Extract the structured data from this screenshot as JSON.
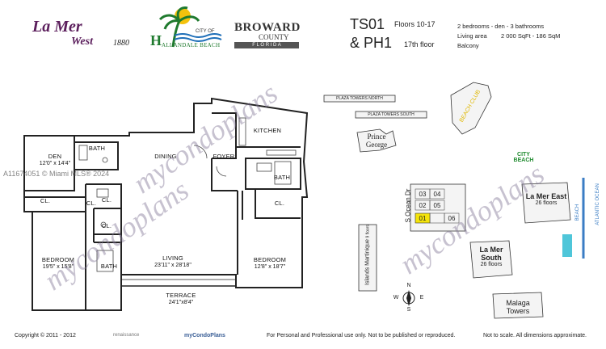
{
  "header": {
    "lamer_line1": "La Mer",
    "lamer_line2": "West",
    "lamer_number": "1880",
    "hallandale_city_of": "CITY OF",
    "hallandale_initial": "H",
    "hallandale_name": "ALLANDALE BEACH",
    "broward_title": "BROWARD",
    "broward_county": "COUNTY",
    "broward_florida": "F L O R I D A",
    "unit_code_1": "TS01",
    "unit_floors_1": "Floors 10-17",
    "unit_code_2": "& PH1",
    "unit_floors_2": "17th floor",
    "spec_rooms": "2 bedrooms - den - 3 bathrooms",
    "spec_area_label": "Living area",
    "spec_area_value": "2 000 SqFt - 186 SqM",
    "spec_balcony": "Balcony"
  },
  "floorplan": {
    "den_name": "DEN",
    "den_dim": "12'0\" x 14'4\"",
    "bath": "BATH",
    "dining": "DINING",
    "foyer": "FOYER",
    "kitchen": "KITCHEN",
    "closet": "CL.",
    "bedroom1_name": "BEDROOM",
    "bedroom1_dim": "19'5\" x 15'8\"",
    "living_name": "LIVING",
    "living_dim": "23'11\" x 28'18\"",
    "bedroom2_name": "BEDROOM",
    "bedroom2_dim": "12'8\" x 18'7\"",
    "terrace_name": "TERRACE",
    "terrace_dim": "24'1\"x8'4\""
  },
  "siteplan": {
    "plaza_north": "PLAZA TOWERS NORTH",
    "plaza_south": "PLAZA TOWERS SOUTH",
    "beach_club": "BEACH CLUB",
    "prince_george": "Prince George",
    "city_beach": "CITY BEACH",
    "lamer_east": "La Mer East",
    "lamer_east_floors": "26 floors",
    "beach": "BEACH",
    "atlantic": "ATLANTIC OCEAN",
    "ocean_dr": "S Ocean Dr",
    "islands": "Islands Martinique",
    "islands_floors": "9 floors",
    "lamer_south": "La Mer South",
    "lamer_south_floors": "26 floors",
    "malaga": "Malaga Towers",
    "unit_01": "01",
    "unit_02": "02",
    "unit_03": "03",
    "unit_04": "04",
    "unit_05": "05",
    "unit_06": "06",
    "compass_n": "N",
    "compass_s": "S",
    "compass_e": "E",
    "compass_w": "W"
  },
  "watermark": {
    "mls_id": "A11674051 © Miami MLS® 2024",
    "brand": "mycondoplans"
  },
  "footer": {
    "copyright": "Copyright © 2011 - 2012",
    "renaissance": "renaissance",
    "mycondoplans": "myCondoPlans",
    "usage": "For Personal and Professional use only.  Not to be published or reproduced.",
    "scale": "Not to scale.  All dimensions approximate."
  },
  "colors": {
    "lamer_purple": "#5b1e5c",
    "hallandale_green": "#1f7a2e",
    "unit_highlight": "#f4e40a",
    "atlantic_blue": "#3b7dc4",
    "beach_cyan": "#4fc6d9",
    "city_beach_green": "#1f8a2e"
  }
}
